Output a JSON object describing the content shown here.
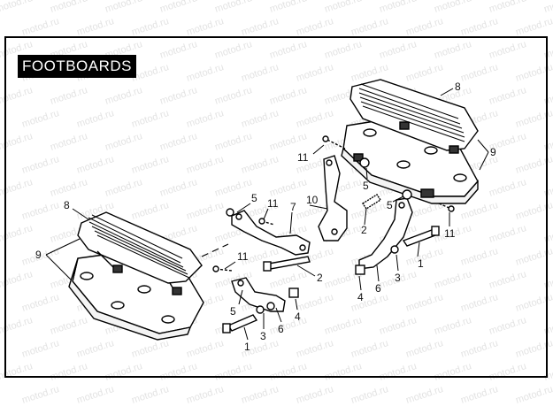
{
  "title": "FOOTBOARDS",
  "watermark": "motod.ru",
  "callouts": [
    "8",
    "9",
    "11",
    "5",
    "11",
    "7",
    "10",
    "2",
    "5",
    "1",
    "11",
    "2",
    "5",
    "3",
    "6",
    "4",
    "4",
    "6",
    "3",
    "8",
    "9",
    "5",
    "11",
    "1"
  ]
}
